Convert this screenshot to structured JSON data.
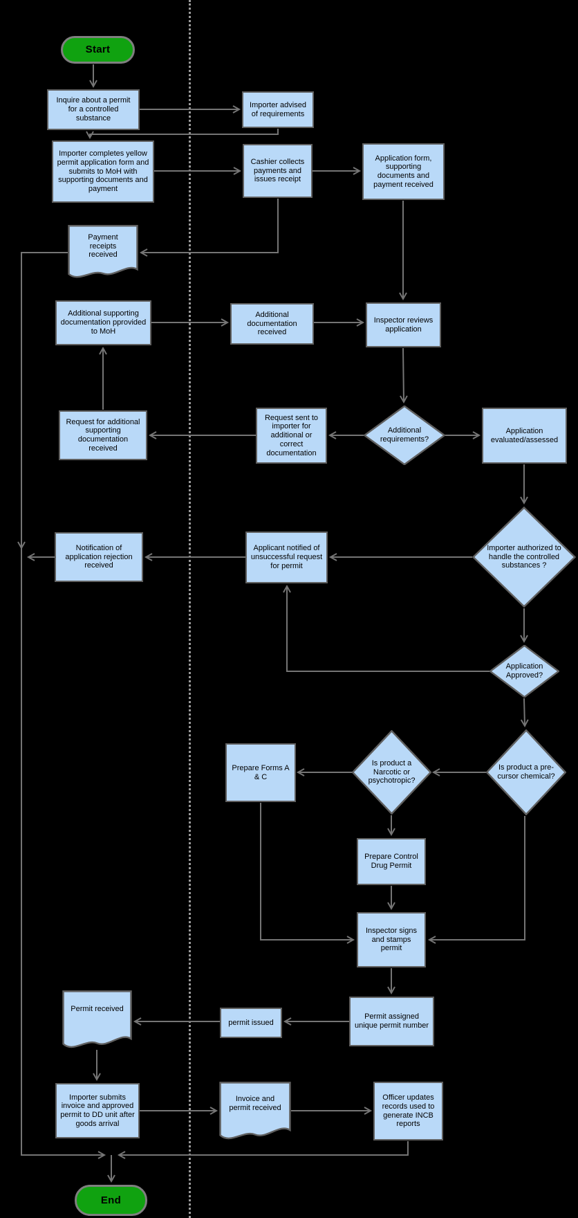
{
  "diagram": {
    "type": "flowchart",
    "colors": {
      "background": "#000000",
      "node_fill": "#b9d9f8",
      "node_border": "#606060",
      "terminator_fill": "#10a210",
      "terminator_border": "#7f7f7f",
      "connector": "#757575",
      "lane_divider": "#9c9c9c",
      "text": "#000000"
    },
    "nodes": {
      "start": {
        "shape": "terminator",
        "label": "Start"
      },
      "inquire": {
        "shape": "process",
        "label": "Inquire about a permit for a controlled substance"
      },
      "importer_advised": {
        "shape": "process",
        "label": "Importer advised of requirements"
      },
      "importer_completes": {
        "shape": "process",
        "label": "Importer completes yellow permit application form and submits to MoH with supporting documents and payment"
      },
      "cashier": {
        "shape": "process",
        "label": "Cashier collects payments and issues receipt"
      },
      "application_form": {
        "shape": "process",
        "label": "Application form, supporting documents and payment received"
      },
      "payment_receipts": {
        "shape": "document",
        "label": "Payment receipts received"
      },
      "additional_supporting": {
        "shape": "process",
        "label": "Additional supporting documentation pprovided to MoH"
      },
      "additional_doc_received": {
        "shape": "process",
        "label": "Additional documentation received"
      },
      "inspector_reviews": {
        "shape": "process",
        "label": "Inspector reviews application"
      },
      "additional_requirements": {
        "shape": "decision",
        "label": "Additional requirements?"
      },
      "request_sent": {
        "shape": "process",
        "label": "Request sent to importer for additional or correct documentation"
      },
      "request_for_additional": {
        "shape": "process",
        "label": "Request for additional supporting documentation received"
      },
      "application_evaluated": {
        "shape": "process",
        "label": "Application evaluated/assessed"
      },
      "importer_authorized": {
        "shape": "decision",
        "label": "Importer authorized to handle the controlled substances ?"
      },
      "applicant_notified": {
        "shape": "process",
        "label": "Applicant notified of unsuccessful request for permit"
      },
      "notification_rejection": {
        "shape": "process",
        "label": "Notification of application rejection received"
      },
      "application_approved": {
        "shape": "decision",
        "label": "Application Approved?"
      },
      "pre_cursor": {
        "shape": "decision",
        "label": "Is product a pre-cursor chemical?"
      },
      "narcotic": {
        "shape": "decision",
        "label": "Is product a Narcotic or psychotropic?"
      },
      "prepare_forms": {
        "shape": "process",
        "label": "Prepare Forms A & C"
      },
      "prepare_control": {
        "shape": "process",
        "label": "Prepare Control Drug Permit"
      },
      "inspector_signs": {
        "shape": "process",
        "label": "Inspector signs and stamps permit"
      },
      "permit_assigned": {
        "shape": "process",
        "label": "Permit assigned unique permit number"
      },
      "permit_issued": {
        "shape": "process",
        "label": "permit issued"
      },
      "permit_received": {
        "shape": "document",
        "label": "Permit received"
      },
      "importer_submits": {
        "shape": "process",
        "label": "Importer submits invoice and approved permit to DD unit after goods arrival"
      },
      "invoice_received": {
        "shape": "document",
        "label": "Invoice and permit received"
      },
      "officer_updates": {
        "shape": "process",
        "label": "Officer updates records used to generate INCB reports"
      },
      "end": {
        "shape": "terminator",
        "label": "End"
      }
    },
    "edges": [
      {
        "from": "start",
        "to": "inquire"
      },
      {
        "from": "inquire",
        "to": "importer_advised"
      },
      {
        "from": "importer_advised",
        "to": "importer_completes"
      },
      {
        "from": "importer_completes",
        "to": "cashier"
      },
      {
        "from": "cashier",
        "to": "application_form"
      },
      {
        "from": "cashier",
        "to": "payment_receipts"
      },
      {
        "from": "payment_receipts",
        "to": "end"
      },
      {
        "from": "application_form",
        "to": "inspector_reviews"
      },
      {
        "from": "additional_supporting",
        "to": "additional_doc_received"
      },
      {
        "from": "additional_doc_received",
        "to": "inspector_reviews"
      },
      {
        "from": "inspector_reviews",
        "to": "additional_requirements"
      },
      {
        "from": "additional_requirements",
        "to": "request_sent"
      },
      {
        "from": "additional_requirements",
        "to": "application_evaluated"
      },
      {
        "from": "request_sent",
        "to": "request_for_additional"
      },
      {
        "from": "request_for_additional",
        "to": "additional_supporting"
      },
      {
        "from": "application_evaluated",
        "to": "importer_authorized"
      },
      {
        "from": "importer_authorized",
        "to": "applicant_notified"
      },
      {
        "from": "importer_authorized",
        "to": "application_approved"
      },
      {
        "from": "applicant_notified",
        "to": "notification_rejection"
      },
      {
        "from": "notification_rejection",
        "to": "end"
      },
      {
        "from": "application_approved",
        "to": "applicant_notified"
      },
      {
        "from": "application_approved",
        "to": "pre_cursor"
      },
      {
        "from": "pre_cursor",
        "to": "narcotic"
      },
      {
        "from": "pre_cursor",
        "to": "inspector_signs"
      },
      {
        "from": "narcotic",
        "to": "prepare_forms"
      },
      {
        "from": "narcotic",
        "to": "prepare_control"
      },
      {
        "from": "prepare_forms",
        "to": "inspector_signs"
      },
      {
        "from": "prepare_control",
        "to": "inspector_signs"
      },
      {
        "from": "inspector_signs",
        "to": "permit_assigned"
      },
      {
        "from": "permit_assigned",
        "to": "permit_issued"
      },
      {
        "from": "permit_issued",
        "to": "permit_received"
      },
      {
        "from": "permit_received",
        "to": "importer_submits"
      },
      {
        "from": "importer_submits",
        "to": "invoice_received"
      },
      {
        "from": "invoice_received",
        "to": "officer_updates"
      },
      {
        "from": "officer_updates",
        "to": "end"
      }
    ]
  }
}
